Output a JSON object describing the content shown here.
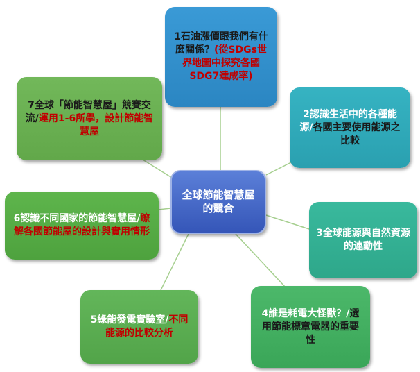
{
  "center": {
    "label": "全球節能智慧屋的競合"
  },
  "nodes": [
    {
      "id": "n1",
      "text_main": "1石油漲價跟我們有什麼關係？",
      "text_accent": "(從SDGs世界地圖中探究各國SDG7達成率)"
    },
    {
      "id": "n2",
      "text_main": "2認識生活中的各種能源/",
      "text_accent": "各國主要使用能源之比較"
    },
    {
      "id": "n3",
      "text_main": "3全球能源與自然資源的連動性",
      "text_accent": ""
    },
    {
      "id": "n4",
      "text_main": "4誰是耗電大怪獸？/",
      "text_accent": "選用節能標章電器的重要性"
    },
    {
      "id": "n5",
      "text_main": "5綠能發電實驗室/",
      "text_accent": "不同能源的比較分析"
    },
    {
      "id": "n6",
      "text_main": "6認識不同國家的節能智慧屋/",
      "text_accent": "瞭解各國節能屋的設計與實用情形"
    },
    {
      "id": "n7",
      "text_main": "7全球「節能智慧屋」競賽交流/",
      "text_accent": "運用1-6所學，設計節能智慧屋"
    }
  ],
  "colors": {
    "center": "#3f67c8",
    "n1": "#3392cc",
    "n2": "#31abba",
    "n3": "#33b094",
    "n4": "#43af61",
    "n5": "#5bad51",
    "n6": "#56ab45",
    "n7": "#6ab052",
    "accent_text": "#c00000",
    "connector": "#a6cf8f"
  }
}
